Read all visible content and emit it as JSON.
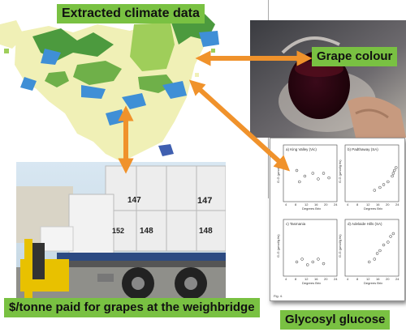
{
  "labels": {
    "climate": "Extracted climate data",
    "grape_colour": "Grape colour",
    "price": "$/tonne paid for grapes at the weighbridge",
    "glucose": "Glycosyl glucose"
  },
  "truck_bins": [
    "147",
    "147",
    "148",
    "148",
    "152"
  ],
  "figure": {
    "panels": [
      {
        "title": "a) King Valley (Vic)",
        "xlabel": "Degrees Brix",
        "ylabel": "G-G (µmol/g fw)",
        "ticks_x": [
          "4",
          "8",
          "12",
          "16",
          "20",
          "24"
        ],
        "ticks_y": [
          "0",
          "0.2",
          "0.4",
          "0.6",
          "0.8"
        ]
      },
      {
        "title": "b) Padthaway (SA)",
        "xlabel": "Degrees Brix",
        "ylabel": "G-G (µmol/g fw)",
        "ticks_x": [
          "4",
          "8",
          "12",
          "16",
          "20",
          "24"
        ],
        "ticks_y": [
          "0",
          "0.2",
          "0.4",
          "0.6",
          "0.8"
        ]
      },
      {
        "title": "c) Tasmania",
        "xlabel": "Degrees Brix",
        "ylabel": "G-G (µmol/g fw)",
        "ticks_x": [
          "4",
          "8",
          "12",
          "16",
          "20",
          "24"
        ],
        "ticks_y": [
          "0",
          "0.2",
          "0.4",
          "0.6",
          "0.8"
        ]
      },
      {
        "title": "d) Adelaide Hills (SA)",
        "xlabel": "Degrees Brix",
        "ylabel": "G-G (µmol/g fw)",
        "ticks_x": [
          "4",
          "8",
          "12",
          "16",
          "20",
          "24"
        ],
        "ticks_y": [
          "0",
          "0.2",
          "0.4",
          "0.6",
          "0.8"
        ]
      }
    ],
    "caption": "Fig. 4."
  },
  "colors": {
    "label_green": "#79c142",
    "arrow_orange": "#f0922b",
    "map_green": "#9fce5a",
    "map_dark_green": "#4c9a3e",
    "map_blue": "#3f8fd6",
    "map_yellow": "#f0f0b6"
  }
}
